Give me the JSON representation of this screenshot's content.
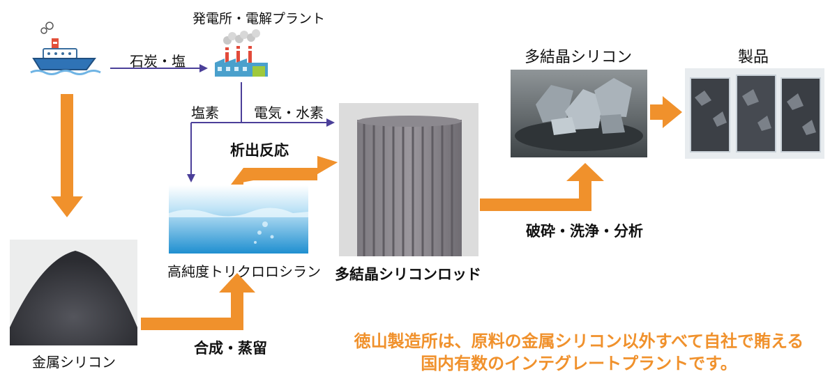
{
  "labels": {
    "plant": "発電所・電解プラント",
    "coal_salt": "石炭・塩",
    "chlorine": "塩素",
    "electricity_hydrogen": "電気・水素",
    "deposition": "析出反応",
    "polysilicon_top": "多結晶シリコン",
    "products": "製品",
    "crushing": "破砕・洗浄・分析",
    "tcs": "高純度トリクロロシラン",
    "rod": "多結晶シリコンロッド",
    "synthesis": "合成・蒸留",
    "metal_silicon": "金属シリコン"
  },
  "note": {
    "line1": "徳山製造所は、原料の金属シリコン以外すべて自社で賄える",
    "line2": "国内有数のインテグレートプラントです。"
  },
  "colors": {
    "orange_arrow": "#f0912c",
    "purple_arrow": "#4b3f99",
    "note_text": "#f0912c"
  },
  "icons": [
    "ship-icon",
    "power-plant-icon"
  ]
}
